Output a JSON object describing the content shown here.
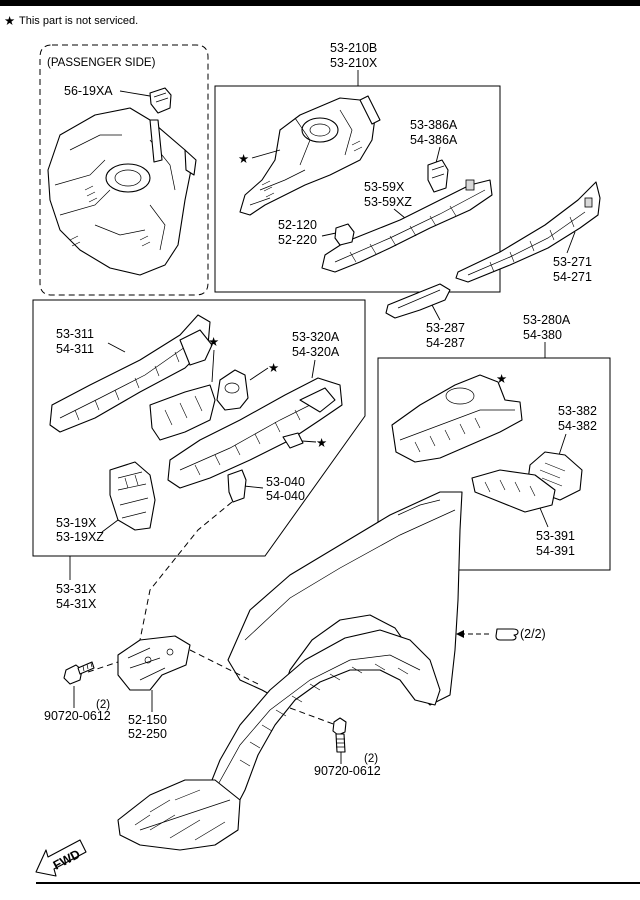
{
  "legend": {
    "symbol": "★",
    "text": "This part is not serviced."
  },
  "passenger_side": {
    "title": "(PASSENGER SIDE)",
    "part": "56-19XA"
  },
  "parts": {
    "p53_210": [
      "53-210B",
      "53-210X"
    ],
    "p53_386": [
      "53-386A",
      "54-386A"
    ],
    "p53_59": [
      "53-59X",
      "53-59XZ"
    ],
    "p52_120": [
      "52-120",
      "52-220"
    ],
    "p53_271": [
      "53-271",
      "54-271"
    ],
    "p53_287": [
      "53-287",
      "54-287"
    ],
    "p53_280": [
      "53-280A",
      "54-380"
    ],
    "p53_311": [
      "53-311",
      "54-311"
    ],
    "p53_320": [
      "53-320A",
      "54-320A"
    ],
    "p53_040": [
      "53-040",
      "54-040"
    ],
    "p53_19": [
      "53-19X",
      "53-19XZ"
    ],
    "p53_31": [
      "53-31X",
      "54-31X"
    ],
    "p53_382": [
      "53-382",
      "54-382"
    ],
    "p53_391": [
      "53-391",
      "54-391"
    ],
    "p52_150": [
      "52-150",
      "52-250"
    ]
  },
  "bolts": {
    "left": {
      "qty": "(2)",
      "number": "90720-0612"
    },
    "right": {
      "qty": "(2)",
      "number": "90720-0612"
    }
  },
  "reference": "(2/2)",
  "fwd": "FWD"
}
